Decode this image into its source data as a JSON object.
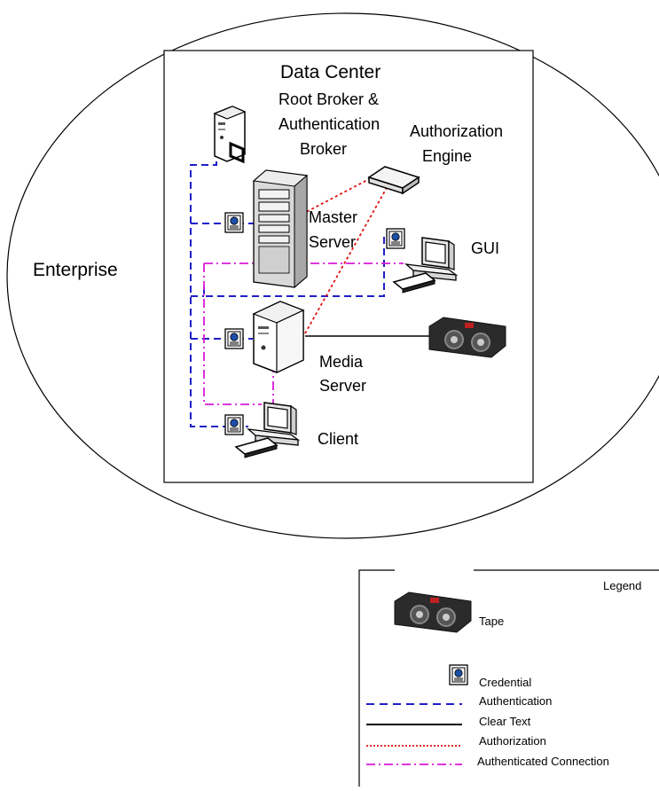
{
  "diagram": {
    "enterprise_label": "Enterprise",
    "data_center_label": "Data Center",
    "nodes": {
      "root_broker": [
        "Root Broker &",
        "Authentication",
        "Broker"
      ],
      "authorization_engine": [
        "Authorization",
        "Engine"
      ],
      "master_server": [
        "Master",
        "Server"
      ],
      "gui": "GUI",
      "media_server": [
        "Media",
        "Server"
      ],
      "client": "Client"
    }
  },
  "legend": {
    "title": "Legend",
    "items": {
      "tape": "Tape",
      "credential": "Credential",
      "authentication": "Authentication",
      "clear_text": "Clear Text",
      "authorization": "Authorization",
      "authenticated_connection": "Authenticated Connection"
    }
  },
  "colors": {
    "authentication": "#1f1fc8",
    "clear_text": "#000000",
    "authorization": "#e01010",
    "authenticated_connection": "#d81ad8",
    "credential_blue": "#1c4fa8",
    "tape": "#2a2a2a"
  }
}
